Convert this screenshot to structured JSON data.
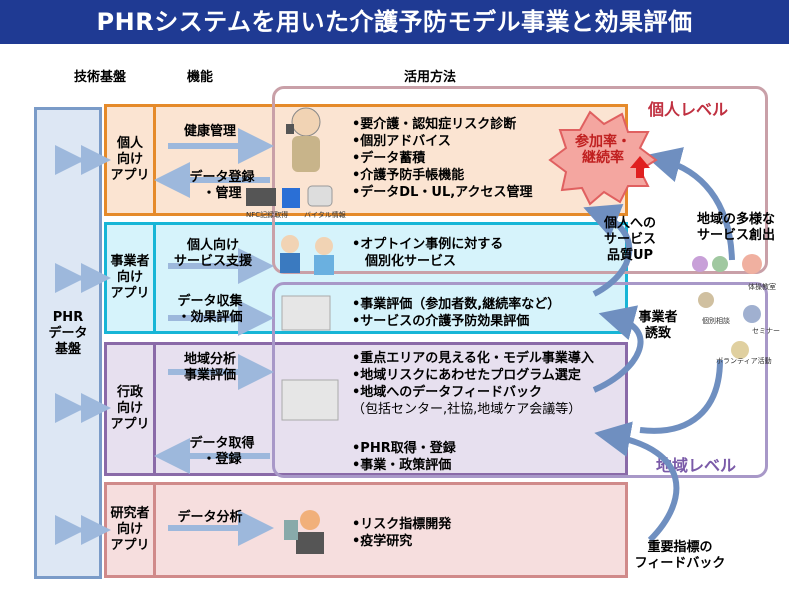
{
  "title": "PHRシステムを用いた介護予防モデル事業と効果評価",
  "headers": {
    "tech": "技術基盤",
    "func": "機能",
    "use": "活用方法"
  },
  "base_label": "PHR\nデータ\n基盤",
  "levels": {
    "individual": "個人レベル",
    "regional": "地域レベル"
  },
  "roles": {
    "individual": "個人\n向け\nアプリ",
    "business": "事業者\n向け\nアプリ",
    "admin": "行政\n向け\nアプリ",
    "research": "研究者\n向け\nアプリ"
  },
  "functions": {
    "health": "健康管理",
    "data_reg": "データ登録\n・管理",
    "personal_support": "個人向け\nサービス支援",
    "data_collect": "データ収集\n・効果評価",
    "region_analysis": "地域分析\n事業評価",
    "data_get": "データ取得\n・登録",
    "data_analysis": "データ分析"
  },
  "devices": {
    "nfc": "NFC記録取得",
    "vital": "バイタル情報"
  },
  "uses": {
    "individual": [
      "•要介護・認知症リスク診断",
      "•個別アドバイス",
      "•データ蓄積",
      "•介護予防手帳機能",
      "•データDL・UL,アクセス管理"
    ],
    "personal_support": [
      "•オプトイン事例に対する",
      "　個別化サービス"
    ],
    "business": [
      "•事業評価（参加者数,継続率など）",
      "•サービスの介護予防効果評価"
    ],
    "admin": [
      "•重点エリアの見える化・モデル事業導入",
      "•地域リスクにあわせたプログラム選定",
      "•地域へのデータフィードバック",
      "（包括センター,社協,地域ケア会議等）"
    ],
    "admin2": [
      "•PHR取得・登録",
      "•事業・政策評価"
    ],
    "research": [
      "•リスク指標開発",
      "•疫学研究"
    ]
  },
  "burst": "参加率・\n継続率",
  "side": {
    "service_quality": "個人への\nサービス\n品質UP",
    "diverse": "地域の多様な\nサービス創出",
    "business_count": "事業者\n誘致",
    "feedback": "重要指標の\nフィードバック"
  },
  "diverse_labels": [
    "体操教室",
    "個別相談",
    "セミナー",
    "ボランティア活動"
  ],
  "colors": {
    "title_bg": "#1f3a93",
    "orange": "#e58a2a",
    "cyan": "#17b5d6",
    "purple": "#8a6aa8",
    "red": "#d08a8a",
    "level_individual": "#c9a0a8",
    "level_regional": "#a898c8",
    "arrow": "#9db8dc",
    "burst": "#f4a6a0",
    "accent_red": "#e02020"
  }
}
